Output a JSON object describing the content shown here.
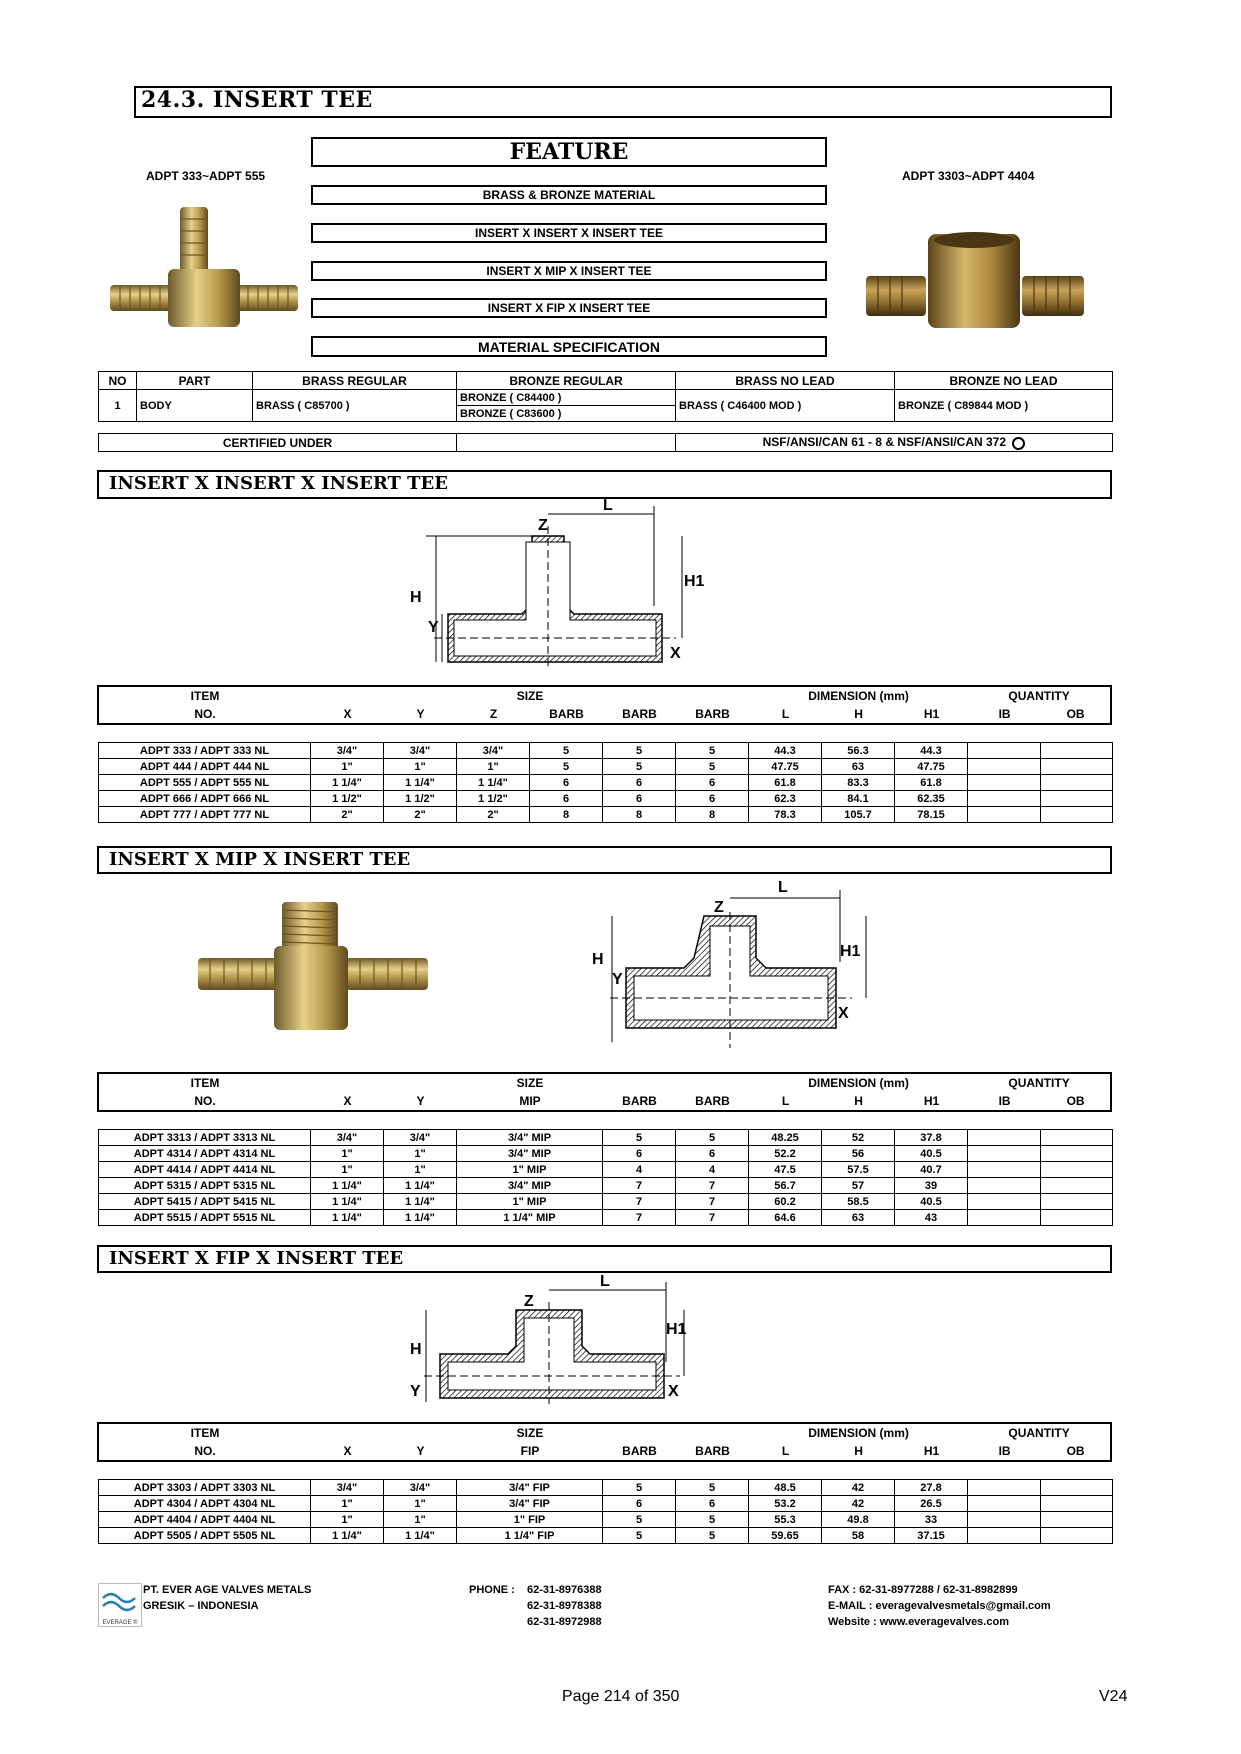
{
  "page_title": "24.3. INSERT TEE",
  "feature": {
    "title": "FEATURE",
    "left_label": "ADPT 333~ADPT 555",
    "right_label": "ADPT 3303~ADPT 4404",
    "items": [
      "BRASS & BRONZE MATERIAL",
      "INSERT X INSERT X INSERT TEE",
      "INSERT X MIP X INSERT TEE",
      "INSERT X FIP X INSERT TEE"
    ],
    "material_spec": "MATERIAL SPECIFICATION"
  },
  "material": {
    "headers": [
      "NO",
      "PART",
      "BRASS REGULAR",
      "BRONZE REGULAR",
      "BRASS NO LEAD",
      "BRONZE NO LEAD"
    ],
    "row": {
      "no": "1",
      "part": "BODY",
      "brass_regular": "BRASS ( C85700 )",
      "bronze_regular_1": "BRONZE ( C84400 )",
      "bronze_regular_2": "BRONZE ( C83600 )",
      "brass_no_lead": "BRASS ( C46400 MOD )",
      "bronze_no_lead": "BRONZE ( C89844 MOD )"
    },
    "certified_label": "CERTIFIED UNDER",
    "certified_value": "NSF/ANSI/CAN 61 - 8 & NSF/ANSI/CAN 372"
  },
  "section1": {
    "title": "INSERT X INSERT  X INSERT TEE",
    "head_top": [
      "ITEM",
      "SIZE",
      "DIMENSION (mm)",
      "QUANTITY"
    ],
    "head_bottom": [
      "NO.",
      "X",
      "Y",
      "Z",
      "BARB",
      "BARB",
      "BARB",
      "L",
      "H",
      "H1",
      "IB",
      "OB"
    ],
    "rows": [
      [
        "ADPT 333 / ADPT 333 NL",
        "3/4\"",
        "3/4\"",
        "3/4\"",
        "5",
        "5",
        "5",
        "44.3",
        "56.3",
        "44.3",
        "",
        ""
      ],
      [
        "ADPT 444 / ADPT 444 NL",
        "1\"",
        "1\"",
        "1\"",
        "5",
        "5",
        "5",
        "47.75",
        "63",
        "47.75",
        "",
        ""
      ],
      [
        "ADPT 555 / ADPT 555 NL",
        "1 1/4\"",
        "1 1/4\"",
        "1 1/4\"",
        "6",
        "6",
        "6",
        "61.8",
        "83.3",
        "61.8",
        "",
        ""
      ],
      [
        "ADPT 666 / ADPT 666 NL",
        "1 1/2\"",
        "1 1/2\"",
        "1 1/2\"",
        "6",
        "6",
        "6",
        "62.3",
        "84.1",
        "62.35",
        "",
        ""
      ],
      [
        "ADPT 777 / ADPT 777 NL",
        "2\"",
        "2\"",
        "2\"",
        "8",
        "8",
        "8",
        "78.3",
        "105.7",
        "78.15",
        "",
        ""
      ]
    ]
  },
  "section2": {
    "title": "INSERT X MIP X INSERT TEE",
    "head_top": [
      "ITEM",
      "SIZE",
      "DIMENSION (mm)",
      "QUANTITY"
    ],
    "head_bottom": [
      "NO.",
      "X",
      "Y",
      "MIP",
      "BARB",
      "BARB",
      "L",
      "H",
      "H1",
      "IB",
      "OB"
    ],
    "rows": [
      [
        "ADPT 3313 / ADPT 3313 NL",
        "3/4\"",
        "3/4\"",
        "3/4\" MIP",
        "5",
        "5",
        "48.25",
        "52",
        "37.8",
        "",
        ""
      ],
      [
        "ADPT 4314 / ADPT 4314 NL",
        "1\"",
        "1\"",
        "3/4\" MIP",
        "6",
        "6",
        "52.2",
        "56",
        "40.5",
        "",
        ""
      ],
      [
        "ADPT 4414 / ADPT 4414 NL",
        "1\"",
        "1\"",
        "1\" MIP",
        "4",
        "4",
        "47.5",
        "57.5",
        "40.7",
        "",
        ""
      ],
      [
        "ADPT 5315 / ADPT 5315 NL",
        "1 1/4\"",
        "1 1/4\"",
        "3/4\" MIP",
        "7",
        "7",
        "56.7",
        "57",
        "39",
        "",
        ""
      ],
      [
        "ADPT 5415 / ADPT 5415 NL",
        "1 1/4\"",
        "1 1/4\"",
        "1\" MIP",
        "7",
        "7",
        "60.2",
        "58.5",
        "40.5",
        "",
        ""
      ],
      [
        "ADPT 5515 / ADPT 5515 NL",
        "1 1/4\"",
        "1 1/4\"",
        "1 1/4\" MIP",
        "7",
        "7",
        "64.6",
        "63",
        "43",
        "",
        ""
      ]
    ]
  },
  "section3": {
    "title": "INSERT X FIP X INSERT TEE",
    "head_top": [
      "ITEM",
      "SIZE",
      "DIMENSION (mm)",
      "QUANTITY"
    ],
    "head_bottom": [
      "NO.",
      "X",
      "Y",
      "FIP",
      "BARB",
      "BARB",
      "L",
      "H",
      "H1",
      "IB",
      "OB"
    ],
    "rows": [
      [
        "ADPT 3303 / ADPT 3303 NL",
        "3/4\"",
        "3/4\"",
        "3/4\" FIP",
        "5",
        "5",
        "48.5",
        "42",
        "27.8",
        "",
        ""
      ],
      [
        "ADPT 4304 / ADPT 4304 NL",
        "1\"",
        "1\"",
        "3/4\" FIP",
        "6",
        "6",
        "53.2",
        "42",
        "26.5",
        "",
        ""
      ],
      [
        "ADPT 4404 / ADPT 4404 NL",
        "1\"",
        "1\"",
        "1\" FIP",
        "5",
        "5",
        "55.3",
        "49.8",
        "33",
        "",
        ""
      ],
      [
        "ADPT 5505 / ADPT 5505 NL",
        "1 1/4\"",
        "1 1/4\"",
        "1 1/4\" FIP",
        "5",
        "5",
        "59.65",
        "58",
        "37.15",
        "",
        ""
      ]
    ]
  },
  "diagram_labels": {
    "L": "L",
    "Z": "Z",
    "H": "H",
    "H1": "H1",
    "Y": "Y",
    "X": "X"
  },
  "footer": {
    "company": "PT. EVER AGE VALVES METALS",
    "city": "GRESIK – INDONESIA",
    "logo_text": "EVERAGE ®",
    "phone_label": "PHONE :",
    "phones": [
      "62-31-8976388",
      "62-31-8978388",
      "62-31-8972988"
    ],
    "fax": "FAX  : 62-31-8977288 / 62-31-8982899",
    "email": "E-MAIL  : everagevalvesmetals@gmail.com",
    "website": "Website : www.everagevalves.com",
    "page": "Page 214 of 350",
    "version": "V24"
  }
}
